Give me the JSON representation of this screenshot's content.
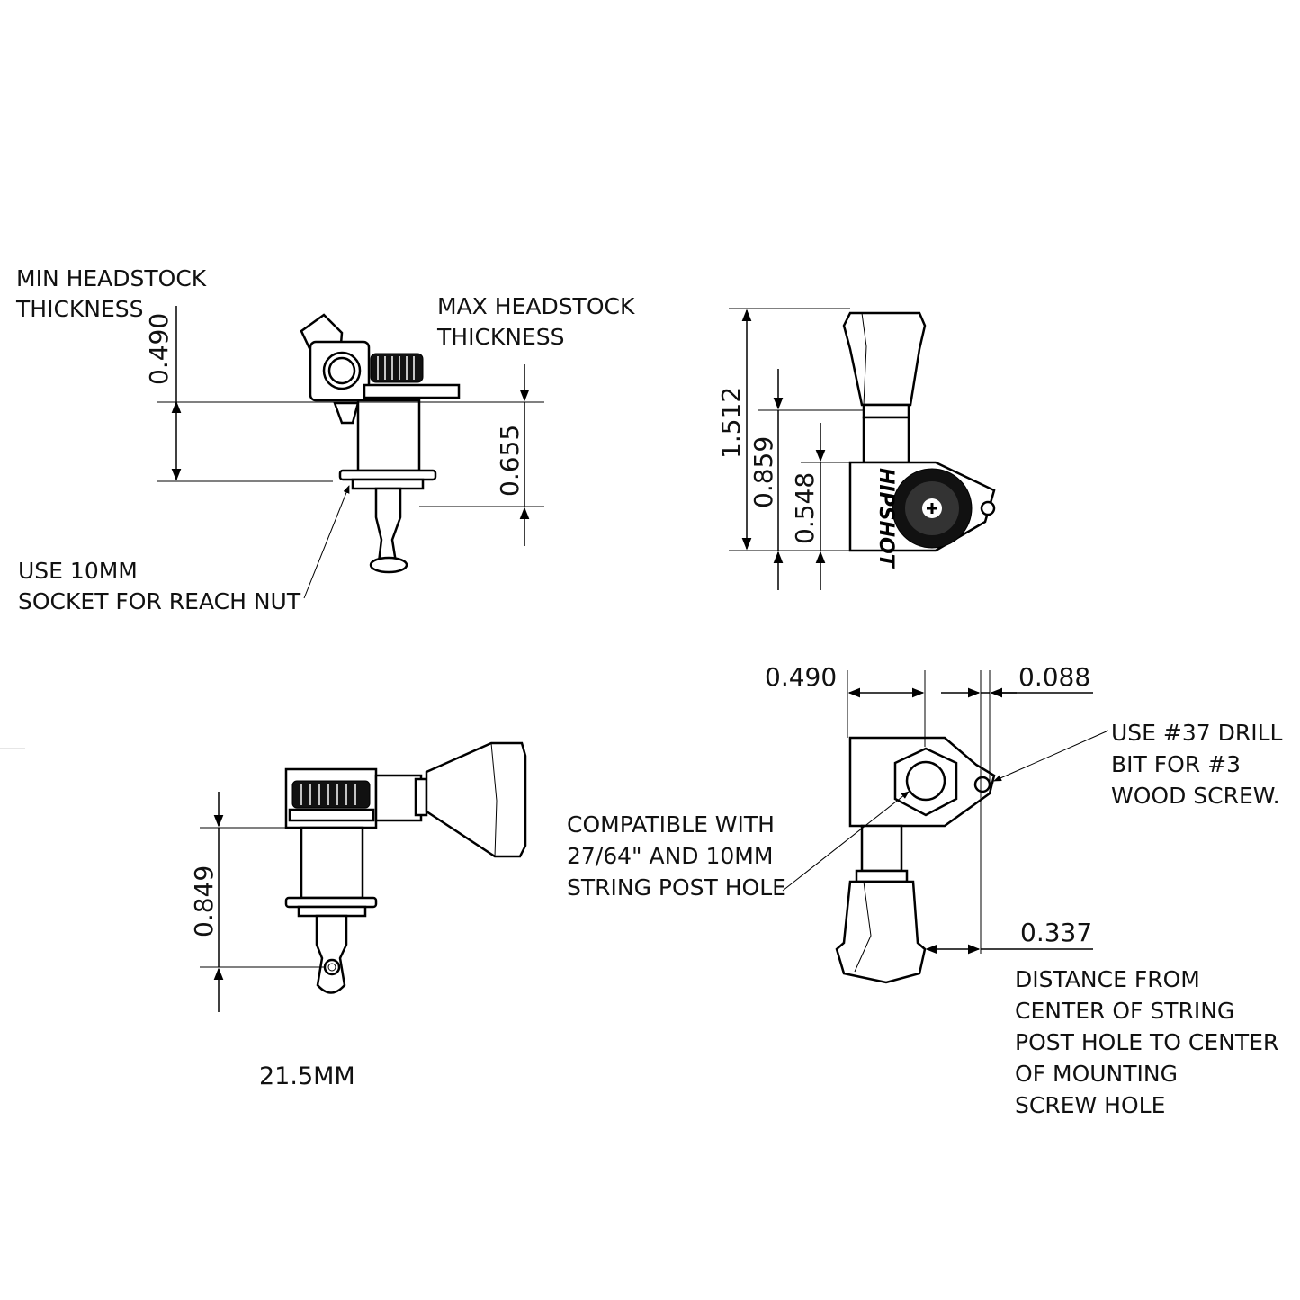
{
  "labels": {
    "min_headstock": [
      "MIN HEADSTOCK",
      "THICKNESS"
    ],
    "max_headstock": [
      "MAX HEADSTOCK",
      "THICKNESS"
    ],
    "socket": [
      "USE 10MM",
      "SOCKET FOR REACH NUT"
    ],
    "compatible": [
      "COMPATIBLE WITH",
      "27/64\" AND 10MM",
      "STRING POST HOLE"
    ],
    "drill": [
      "USE #37 DRILL",
      "BIT FOR #3",
      "WOOD SCREW."
    ],
    "distance": [
      "DISTANCE FROM",
      "CENTER OF STRING",
      "POST HOLE TO CENTER",
      "OF MOUNTING",
      "SCREW HOLE"
    ],
    "mm": "21.5MM",
    "brand_logo": "HIPSHOT"
  },
  "dimensions": {
    "min_thickness": "0.490",
    "max_thickness": "0.655",
    "overall_height": "1.512",
    "mid_height": "0.859",
    "low_height": "0.548",
    "post_length": "0.849",
    "top_width": "0.490",
    "top_offset": "0.088",
    "bottom_offset": "0.337"
  }
}
